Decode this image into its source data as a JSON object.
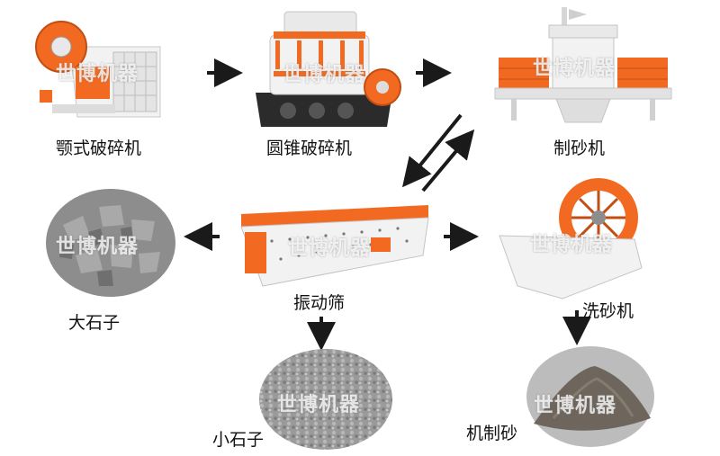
{
  "nodes": {
    "jaw_crusher": {
      "label": "颚式破碎机",
      "watermark": "世博机器"
    },
    "cone_crusher": {
      "label": "圆锥破碎机",
      "watermark": "世博机器"
    },
    "sand_maker": {
      "label": "制砂机",
      "watermark": "世博机器"
    },
    "vibrating_screen": {
      "label": "振动筛",
      "watermark": "世博机器"
    },
    "sand_washer": {
      "label": "洗砂机",
      "watermark": "世博机器"
    },
    "large_stones": {
      "label": "大石子",
      "watermark": "世博机器"
    },
    "small_stones": {
      "label": "小石子",
      "watermark": "世博机器"
    },
    "manufactured_sand": {
      "label": "机制砂",
      "watermark": "世博机器"
    }
  },
  "colors": {
    "accent": "#f26a21",
    "machine_body": "#f2f2f2",
    "machine_dark": "#2b2b2b",
    "arrow": "#1a1a1a",
    "stone": "#8d8d8d",
    "sand": "#6e665c"
  },
  "icons": [
    "jaw-crusher-icon",
    "cone-crusher-icon",
    "sand-maker-icon",
    "vibrating-screen-icon",
    "sand-washer-icon",
    "large-stones-icon",
    "small-stones-icon",
    "sand-pile-icon"
  ]
}
